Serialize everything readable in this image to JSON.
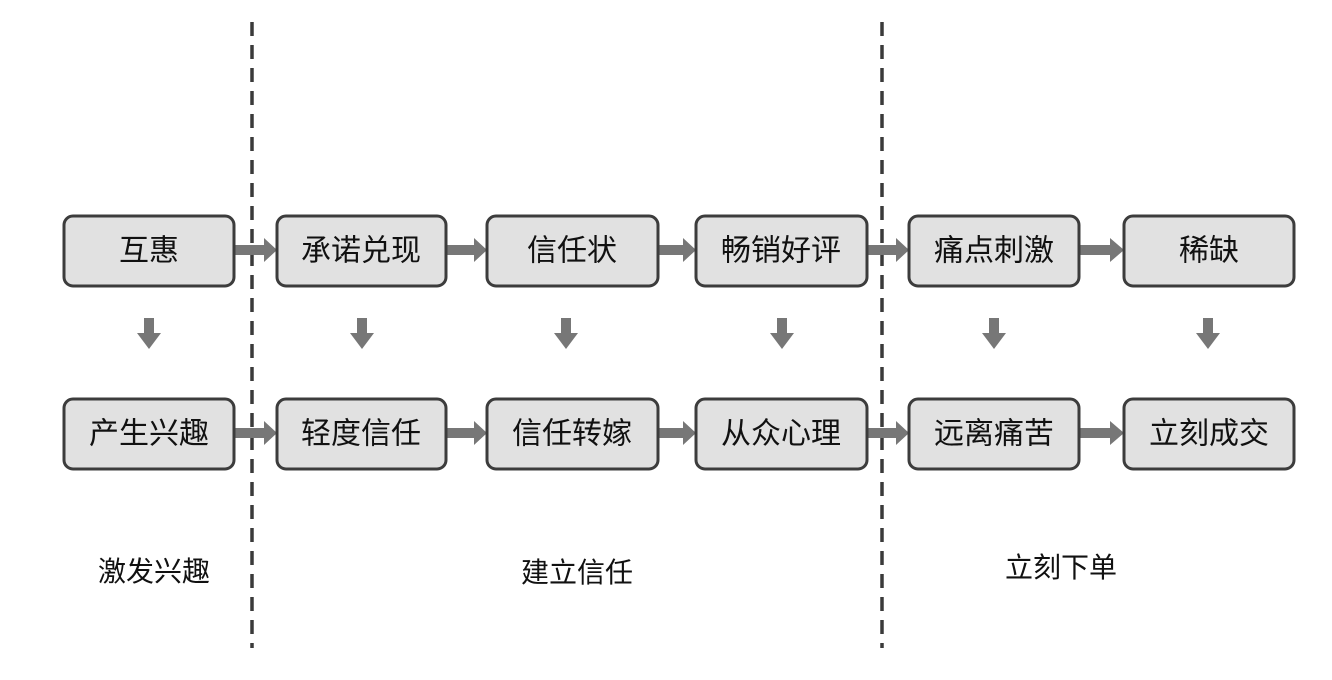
{
  "nodes": {
    "top": [
      "互惠",
      "承诺兑现",
      "信任状",
      "畅销好评",
      "痛点刺激",
      "稀缺"
    ],
    "bottom": [
      "产生兴趣",
      "轻度信任",
      "信任转嫁",
      "从众心理",
      "远离痛苦",
      "立刻成交"
    ]
  },
  "stages": [
    "激发兴趣",
    "建立信任",
    "立刻下单"
  ],
  "colors": {
    "box_fill": "#e1e1e1",
    "box_border": "#3c3c3c",
    "arrow": "#777777",
    "divider": "#3a3a3a"
  }
}
